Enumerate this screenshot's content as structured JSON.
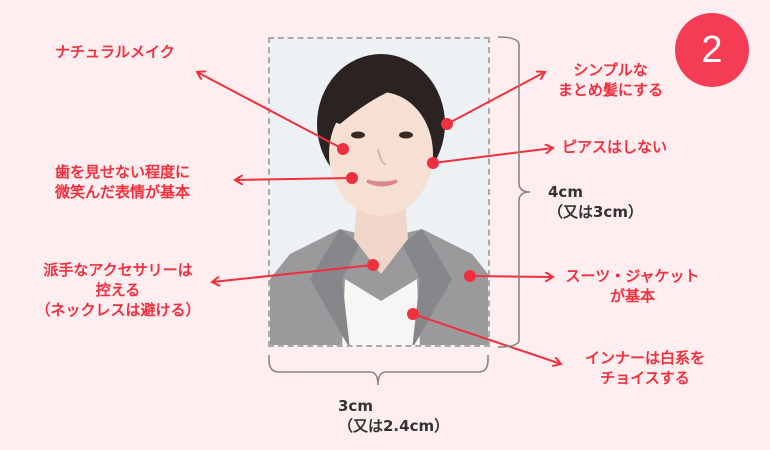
{
  "badge": {
    "number": "2",
    "color": "#f43d55"
  },
  "photo": {
    "description": "ID photo of a woman in a gray suit jacket and white inner blouse"
  },
  "annotations": {
    "left": [
      {
        "id": "makeup",
        "lines": [
          "ナチュラルメイク"
        ]
      },
      {
        "id": "smile",
        "lines": [
          "歯を見せない程度に",
          "微笑んだ表情が基本"
        ]
      },
      {
        "id": "accessory",
        "lines": [
          "派手なアクセサリーは",
          "控える",
          "（ネックレスは避ける）"
        ]
      }
    ],
    "right": [
      {
        "id": "hair",
        "lines": [
          "シンプルな",
          "まとめ髪にする"
        ]
      },
      {
        "id": "piercing",
        "lines": [
          "ピアスはしない"
        ]
      },
      {
        "id": "suit",
        "lines": [
          "スーツ・ジャケット",
          "が基本"
        ]
      },
      {
        "id": "inner",
        "lines": [
          "インナーは白系を",
          "チョイスする"
        ]
      }
    ]
  },
  "dimensions": {
    "height": {
      "main": "4cm",
      "alt": "（又は3cm）"
    },
    "width": {
      "main": "3cm",
      "alt": "（又は2.4cm）"
    }
  },
  "colors": {
    "accent": "#f0303f",
    "background": "#ffeeef",
    "bracket": "#888888"
  }
}
